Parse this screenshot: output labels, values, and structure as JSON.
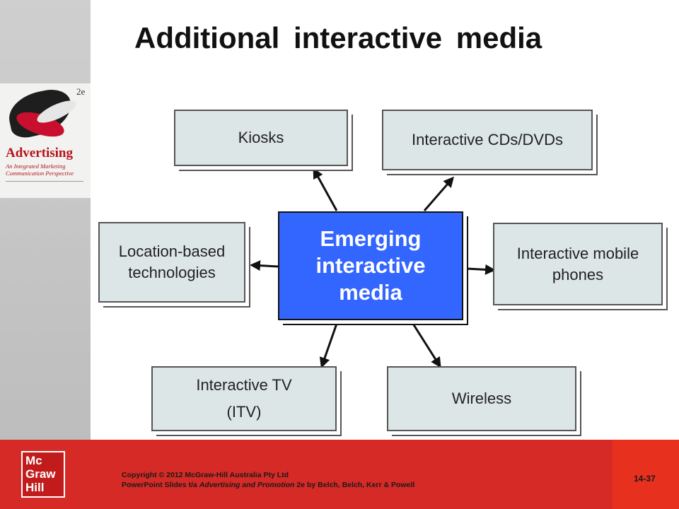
{
  "slide": {
    "title": "Additional interactive media",
    "page_number": "14-37"
  },
  "book_cover": {
    "edition": "2e",
    "title": "Advertising",
    "subtitle": "An Integrated Marketing Communication Perspective"
  },
  "diagram": {
    "center": "Emerging interactive media",
    "nodes": {
      "kiosks": "Kiosks",
      "cds": "Interactive CDs/DVDs",
      "location_1": "Location-based",
      "location_2": "technologies",
      "mobile_1": "Interactive mobile",
      "mobile_2": "phones",
      "itv_1": "Interactive TV",
      "itv_2": "(ITV)",
      "wireless": "Wireless"
    }
  },
  "footer": {
    "logo_lines": [
      "Mc",
      "Graw",
      "Hill"
    ],
    "copyright_line1": "Copyright © 2012 McGraw-Hill Australia Pty Ltd",
    "copyright_line2_prefix": "PowerPoint Slides t/a ",
    "copyright_line2_italic": "Advertising and Promotion",
    "copyright_line2_suffix": " 2e by Belch, Belch, Kerr & Powell"
  },
  "colors": {
    "center_fill": "#3366ff",
    "node_fill": "#dde6e6",
    "footer_red": "#d52a26"
  }
}
